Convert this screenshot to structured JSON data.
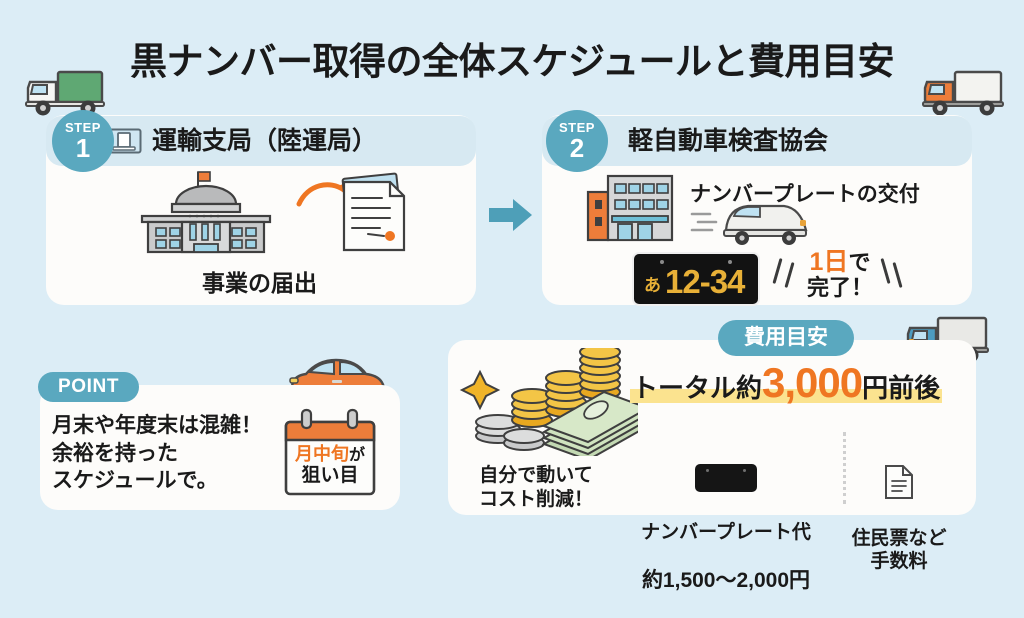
{
  "page": {
    "title": "黒ナンバー取得の全体スケジュールと費用目安",
    "background_color": "#dcedf6",
    "accent_teal": "#5aa8bf",
    "accent_orange": "#ef7622",
    "highlight_yellow": "#fbe38f"
  },
  "decor": {
    "truck_left_label": "truck-green",
    "truck_right_label": "truck-orange",
    "truck_cost_label": "truck-blue",
    "car_point_label": "car-orange"
  },
  "steps": [
    {
      "badge_word": "STEP",
      "badge_number": "1",
      "title": "運輸支局（陸運局）",
      "caption": "事業の届出",
      "icon": "government-document-icon"
    },
    {
      "badge_word": "STEP",
      "badge_number": "2",
      "title": "軽自動車検査協会",
      "sub_label": "ナンバープレートの交付",
      "plate": {
        "kana": "あ",
        "number": "12-34"
      },
      "note_line1_number": "1日",
      "note_line1_suffix": "で",
      "note_line2": "完了！"
    }
  ],
  "arrow": {
    "direction": "right",
    "color": "#5aa8bf"
  },
  "point": {
    "badge": "POINT",
    "text": "月末や年度末は混雑！\n余裕を持った\nスケジュールで。",
    "calendar": {
      "highlight": "月中旬",
      "suffix": "が",
      "line2": "狙い目"
    }
  },
  "cost": {
    "badge": "費用目安",
    "total_prefix": "トータル約",
    "total_amount": "3,000",
    "total_suffix": "円前後",
    "columns": [
      {
        "icon": "money-stack-icon",
        "text": "自分で動いて\nコスト削減！"
      },
      {
        "icon": "license-plate-icon",
        "text": "ナンバープレート代",
        "amount": "約1,500〜2,000円"
      },
      {
        "icon": "document-icon",
        "text": "住民票など\n手数料"
      }
    ]
  }
}
